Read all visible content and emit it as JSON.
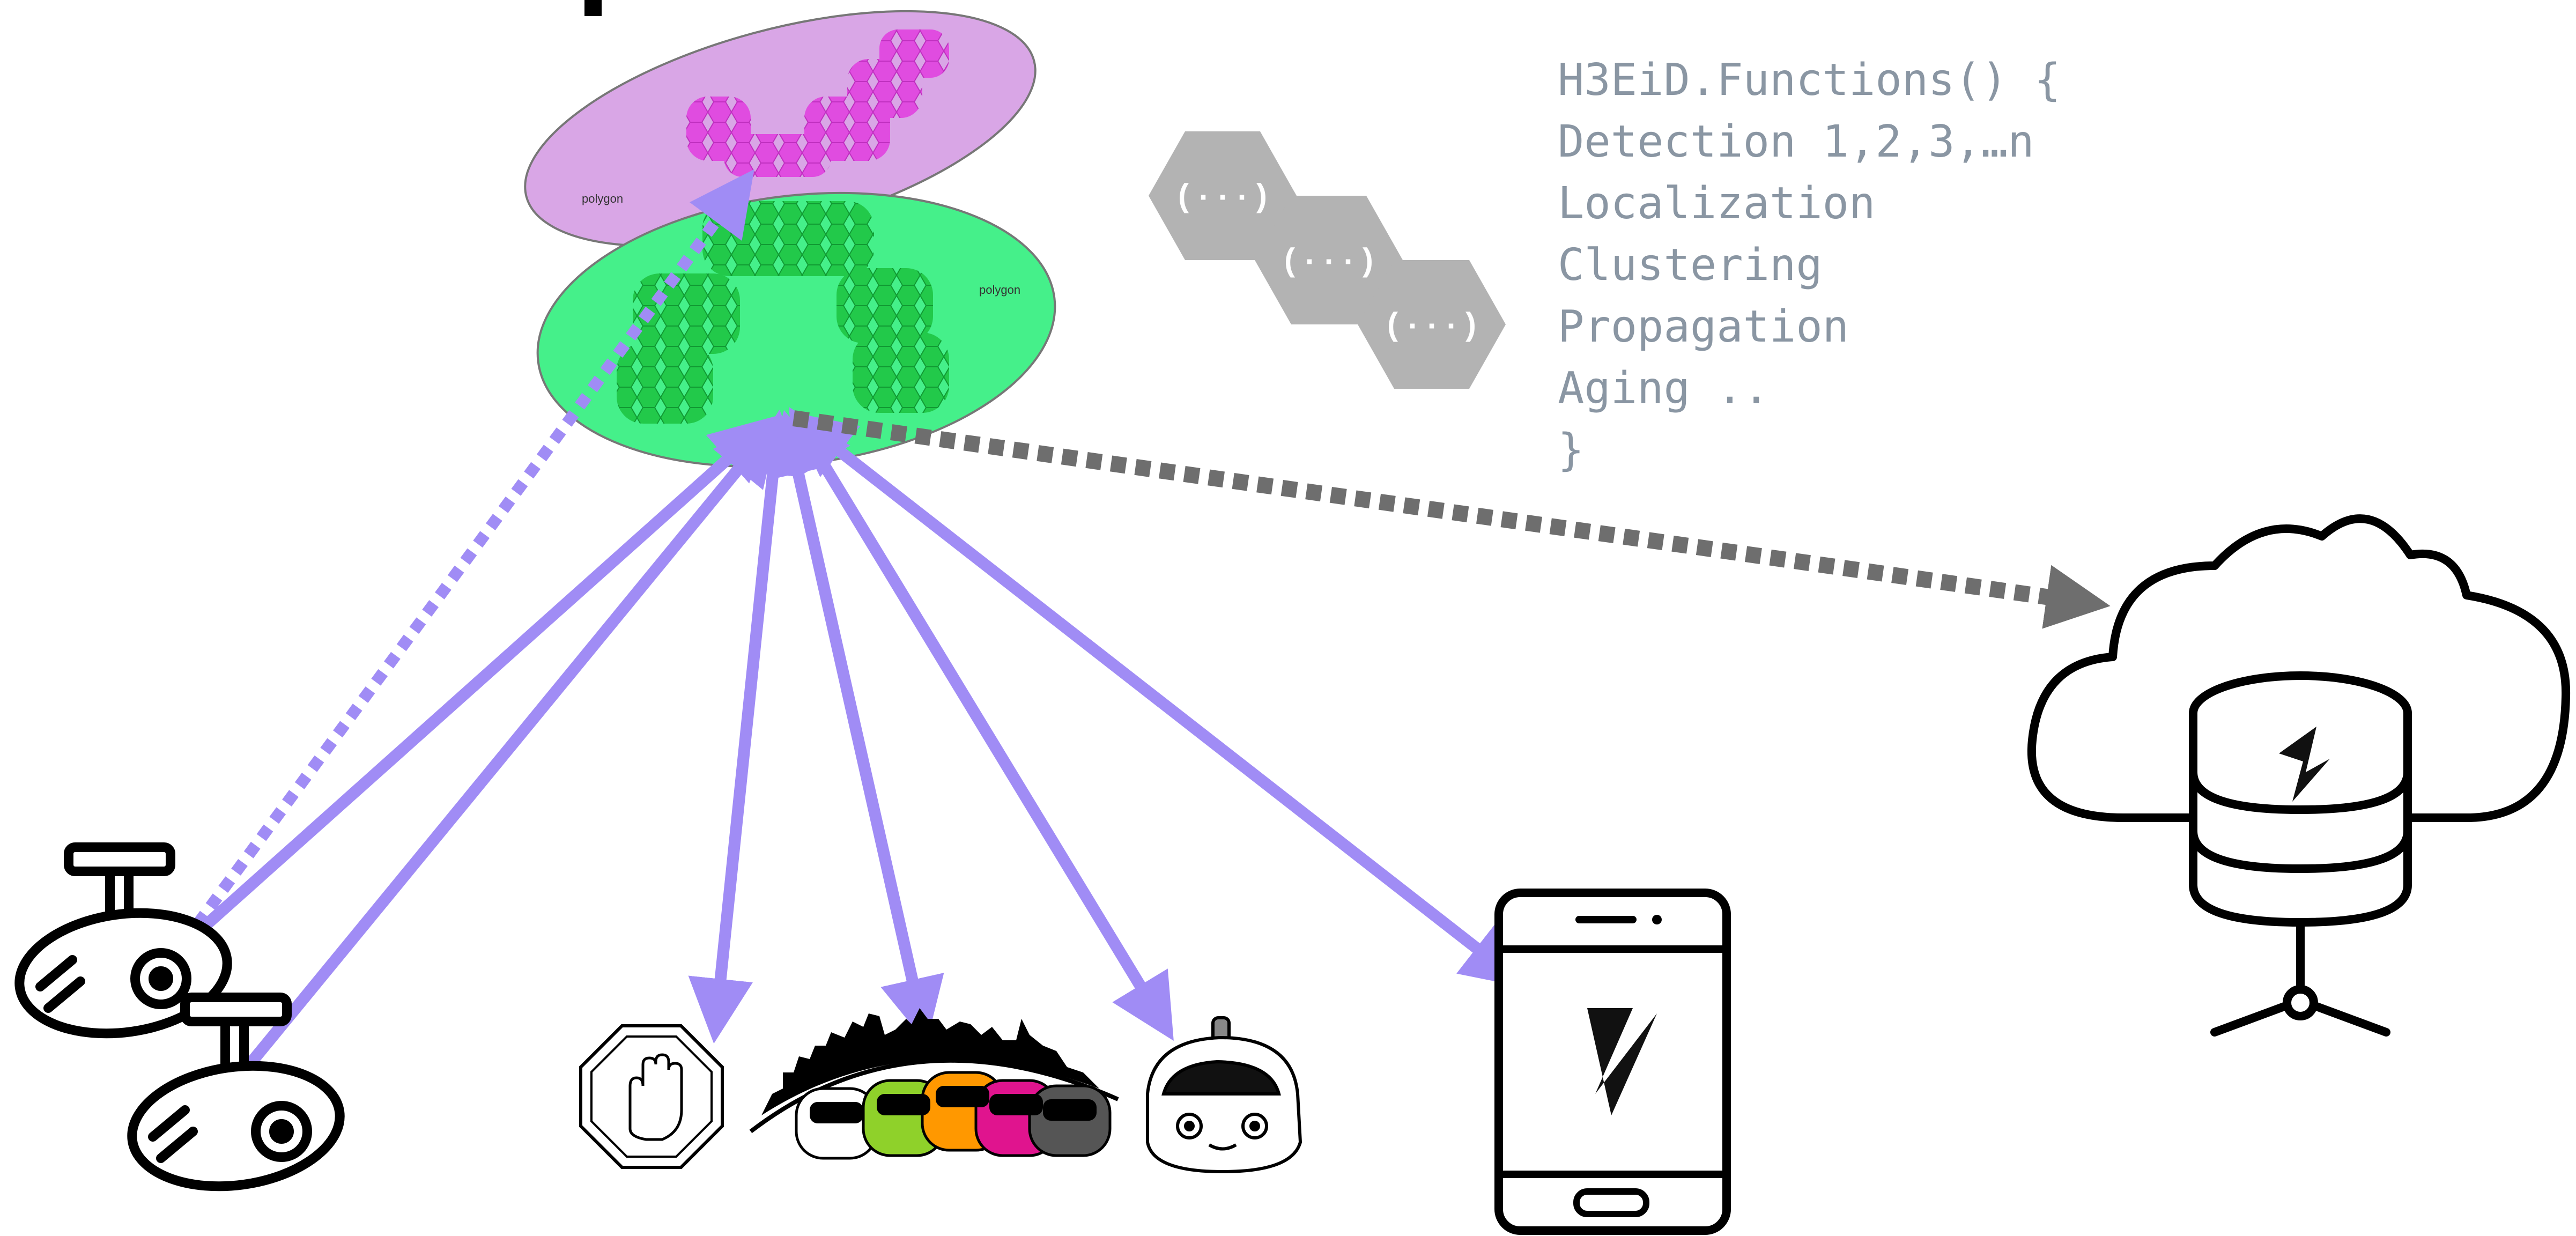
{
  "code": {
    "lines": [
      "H3EiD.Functions() {",
      "Detection 1,2,3,…n",
      "Localization",
      "Clustering",
      "Propagation",
      "Aging ..",
      "}"
    ]
  },
  "layers": {
    "top": {
      "label": "polygon"
    },
    "bottom": {
      "label": "polygon"
    }
  },
  "colors": {
    "arrow_purple": "#a08cf5",
    "arrow_gray": "#6e6e6e",
    "layer_top_fill": "#d9a6e6",
    "layer_top_hex": "#e04ce0",
    "layer_bottom_fill": "#45f08a",
    "layer_bottom_hex": "#22c94a",
    "function_hex": "#b3b3b3",
    "code_text": "#8a96a3",
    "icon_stroke": "#000000"
  },
  "icons": [
    "function-hexagon-icon",
    "camera-icon",
    "stop-sign-icon",
    "cars-fleet-icon",
    "self-driving-car-icon",
    "smartphone-icon",
    "cloud-database-icon"
  ]
}
